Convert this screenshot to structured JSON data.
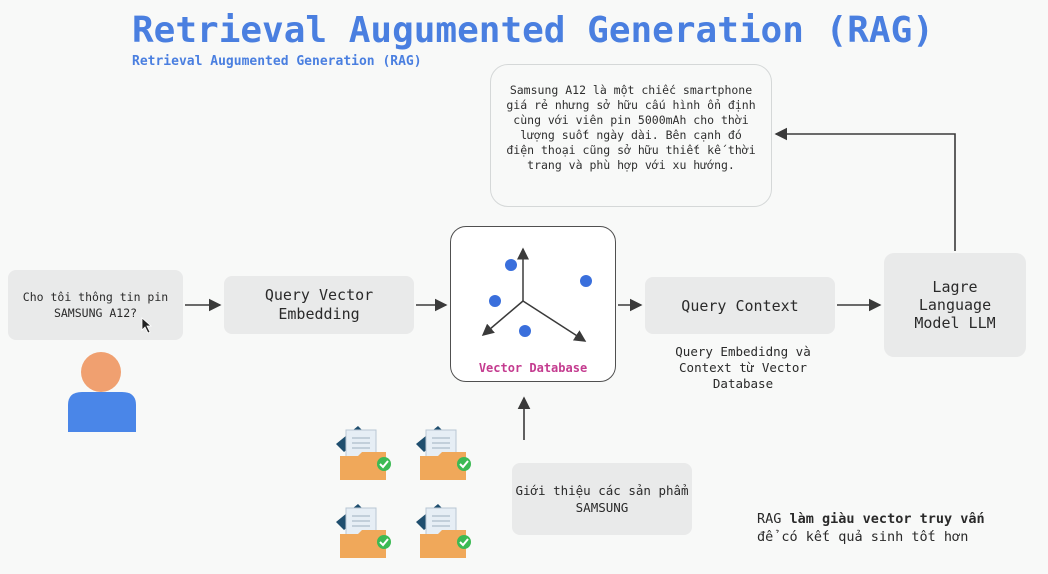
{
  "title": "Retrieval Augumented Generation (RAG)",
  "subtitle": "Retrieval Augumented Generation (RAG)",
  "user_question": "Cho tôi thông tin pin SAMSUNG A12?",
  "query_vector_embedding": "Query Vector Embedding",
  "vector_db": {
    "label": "Vector Database",
    "point_color": "#3a6fdc"
  },
  "query_context": "Query Context",
  "context_note": "Query Embedidng và Context từ Vector Database",
  "llm": "Lagre Language Model LLM",
  "answer": "Samsung A12 là một chiếc smartphone giá rẻ nhưng sở hữu cấu hình ổn định cùng với viên pin 5000mAh cho thời lượng suốt ngày dài. Bên cạnh đó điện thoại cũng sở hữu thiết kế thời trang và phù hợp với xu hướng.",
  "products_intro": "Giới thiệu các sản phẩm SAMSUNG",
  "rag_note": {
    "prefix": "RAG",
    "bold": "làm giàu vector truy vấn",
    "rest": "để có kết quả sinh tốt hơn"
  },
  "colors": {
    "title": "#4a7fe0",
    "db_label": "#c43b8f",
    "user_head": "#f0a070",
    "user_body": "#4a86e8",
    "folder": "#f0a85a",
    "check": "#3cba54",
    "doc_back": "#1f4e6e"
  }
}
